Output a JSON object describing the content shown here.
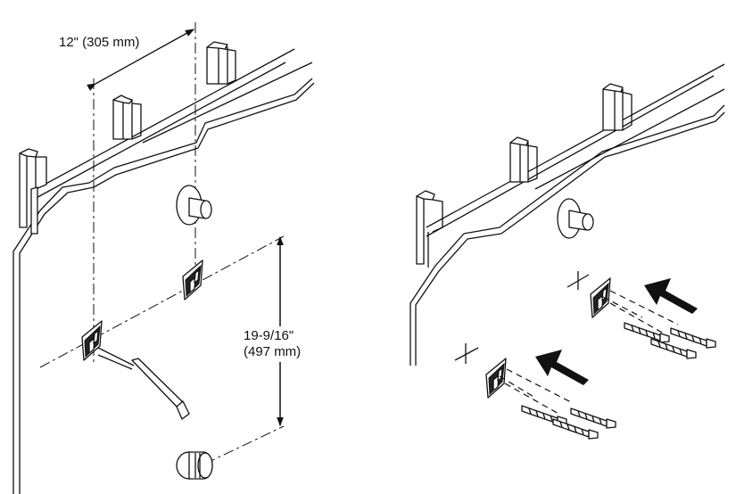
{
  "left_panel": {
    "horizontal_dimension": "12\" (305 mm)",
    "vertical_dimension_imperial": "19-9/16\"",
    "vertical_dimension_metric": "(497 mm)"
  },
  "right_panel": {}
}
